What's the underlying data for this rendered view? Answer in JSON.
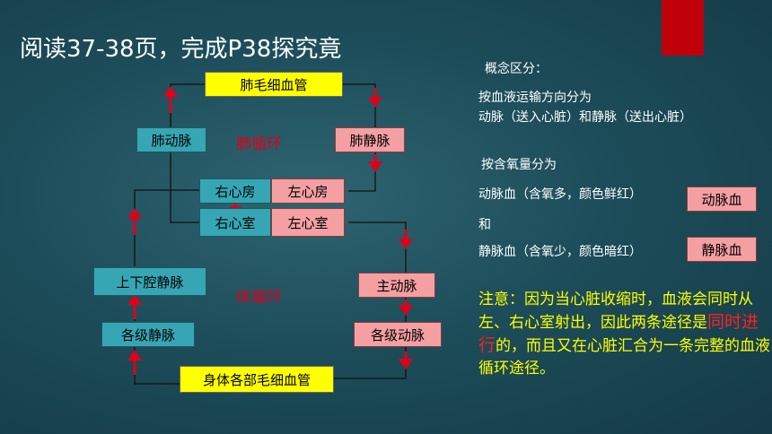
{
  "title": "阅读37-38页，完成P38探究竟",
  "boxes": {
    "pulm_cap": "肺毛细血管",
    "pulm_artery": "肺动脉",
    "pulm_vein": "肺静脉",
    "right_atrium": "右心房",
    "left_atrium": "左心房",
    "right_ventricle": "右心室",
    "left_ventricle": "左心室",
    "vena_cava": "上下腔静脉",
    "aorta": "主动脉",
    "veins": "各级静脉",
    "arteries": "各级动脉",
    "body_cap": "身体各部毛细血管"
  },
  "labels": {
    "pulmonary_circ": "肺循环",
    "systemic_circ": "体循环"
  },
  "notes": {
    "concept": "概念区分：",
    "by_direction": "按血液运输方向分为",
    "direction_detail": "动脉（送入心脏）和静脉（送出心脏）",
    "by_oxygen": "按含氧量分为",
    "arterial_desc": "动脉血（含氧多，颜色鲜红）",
    "and": "和",
    "venous_desc": "静脉血（含氧少，颜色暗红）",
    "arterial_box": "动脉血",
    "venous_box": "静脉血"
  },
  "warning": {
    "part1": "注意：因为当心脏收缩时，血液会同时从左、右心室射出，因此两条途径是",
    "highlight": "同时进行",
    "part2": "的，而且又在心脏汇合为一条完整的血液循环途径。"
  },
  "colors": {
    "yellow_box": "#ffff00",
    "teal_box": "#36a6b4",
    "pink_box": "#f4a0a3",
    "arrow": "#e0001a",
    "warning_text": "#ffff00"
  }
}
